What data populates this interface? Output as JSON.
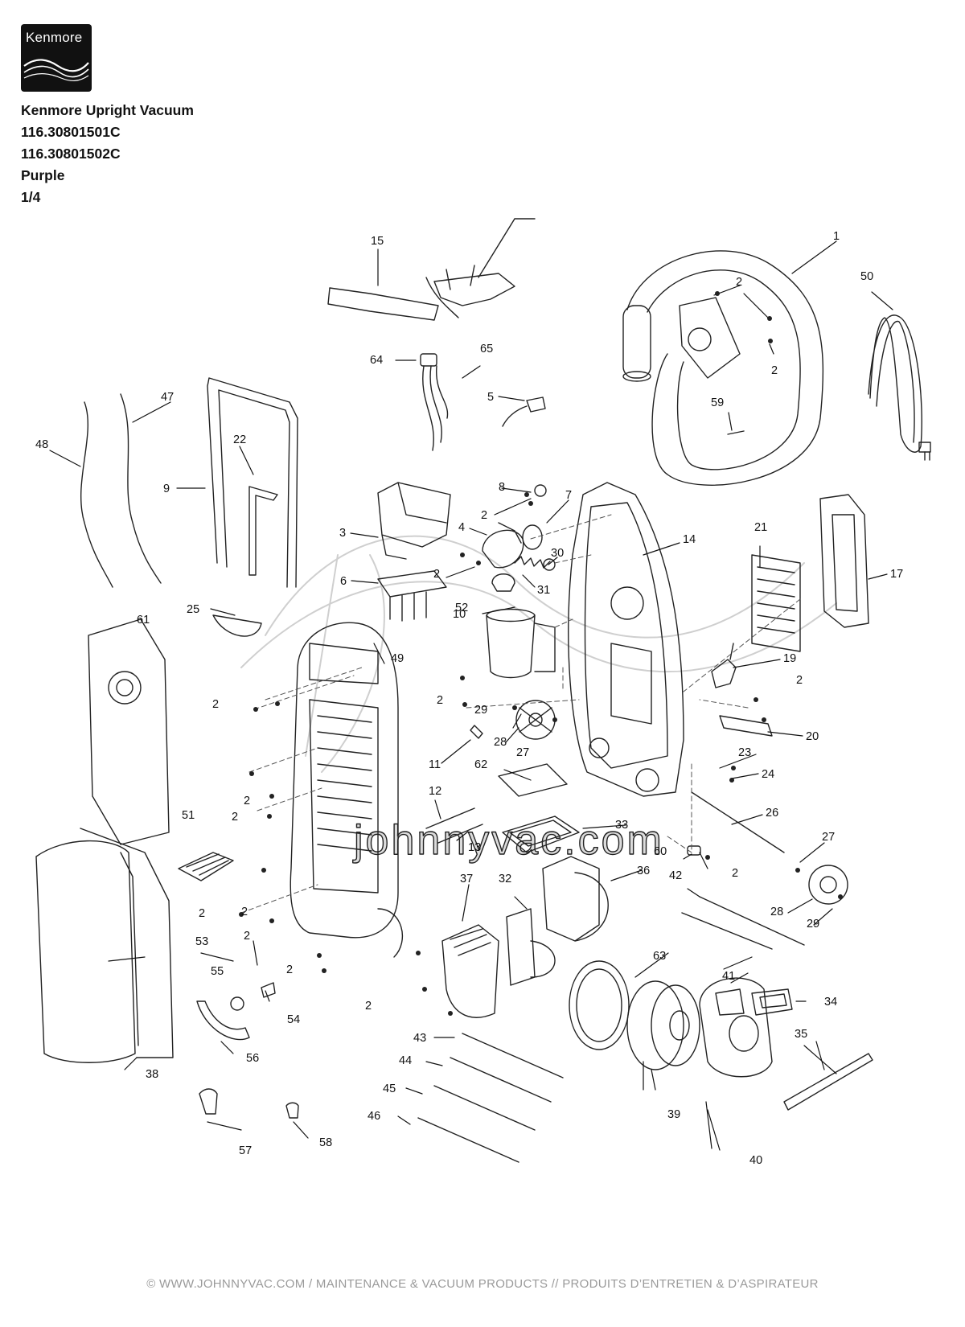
{
  "brand": {
    "logo_text": "Kenmore"
  },
  "header": {
    "lines": [
      "Kenmore Upright Vacuum",
      "116.30801501C",
      "116.30801502C",
      "Purple",
      "1/4"
    ]
  },
  "watermark": {
    "text": "johnnyvac.com"
  },
  "callouts": [
    {
      "n": "1"
    },
    {
      "n": "2"
    },
    {
      "n": "2"
    },
    {
      "n": "2"
    },
    {
      "n": "2"
    },
    {
      "n": "2"
    },
    {
      "n": "2"
    },
    {
      "n": "2"
    },
    {
      "n": "2"
    },
    {
      "n": "2"
    },
    {
      "n": "2"
    },
    {
      "n": "2"
    },
    {
      "n": "2"
    },
    {
      "n": "2"
    },
    {
      "n": "2"
    },
    {
      "n": "2"
    },
    {
      "n": "3"
    },
    {
      "n": "4"
    },
    {
      "n": "5"
    },
    {
      "n": "6"
    },
    {
      "n": "7"
    },
    {
      "n": "8"
    },
    {
      "n": "9"
    },
    {
      "n": "10"
    },
    {
      "n": "11"
    },
    {
      "n": "12"
    },
    {
      "n": "13"
    },
    {
      "n": "14"
    },
    {
      "n": "15"
    },
    {
      "n": "17"
    },
    {
      "n": "19"
    },
    {
      "n": "20"
    },
    {
      "n": "21"
    },
    {
      "n": "22"
    },
    {
      "n": "23"
    },
    {
      "n": "24"
    },
    {
      "n": "25"
    },
    {
      "n": "26"
    },
    {
      "n": "27"
    },
    {
      "n": "27"
    },
    {
      "n": "28"
    },
    {
      "n": "28"
    },
    {
      "n": "29"
    },
    {
      "n": "29"
    },
    {
      "n": "30"
    },
    {
      "n": "31"
    },
    {
      "n": "32"
    },
    {
      "n": "33"
    },
    {
      "n": "34"
    },
    {
      "n": "35"
    },
    {
      "n": "36"
    },
    {
      "n": "37"
    },
    {
      "n": "38"
    },
    {
      "n": "39"
    },
    {
      "n": "40"
    },
    {
      "n": "41"
    },
    {
      "n": "42"
    },
    {
      "n": "43"
    },
    {
      "n": "44"
    },
    {
      "n": "45"
    },
    {
      "n": "46"
    },
    {
      "n": "47"
    },
    {
      "n": "48"
    },
    {
      "n": "49"
    },
    {
      "n": "50"
    },
    {
      "n": "51"
    },
    {
      "n": "52"
    },
    {
      "n": "53"
    },
    {
      "n": "54"
    },
    {
      "n": "55"
    },
    {
      "n": "56"
    },
    {
      "n": "57"
    },
    {
      "n": "58"
    },
    {
      "n": "59"
    },
    {
      "n": "60"
    },
    {
      "n": "61"
    },
    {
      "n": "62"
    },
    {
      "n": "63"
    },
    {
      "n": "64"
    },
    {
      "n": "65"
    }
  ],
  "footer": "© WWW.JOHNNYVAC.COM / MAINTENANCE & VACUUM PRODUCTS  //  PRODUITS D’ENTRETIEN & D’ASPIRATEUR"
}
